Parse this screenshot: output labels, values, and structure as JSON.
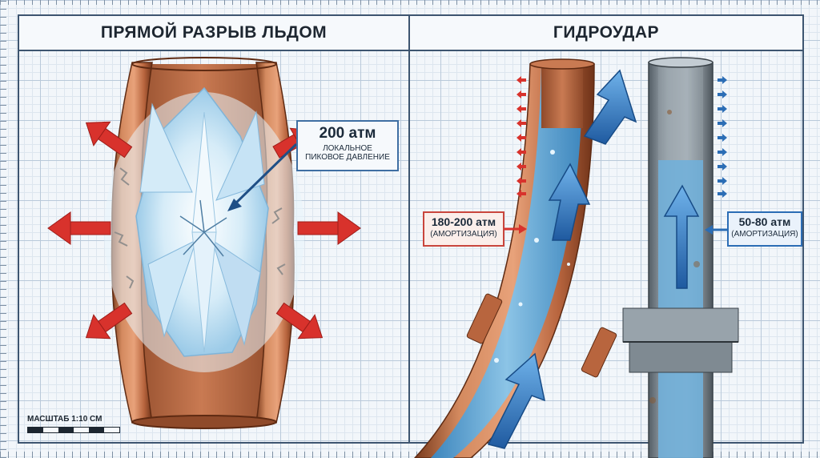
{
  "left_panel": {
    "title": "ПРЯМОЙ РАЗРЫВ ЛЬДОМ",
    "callout": {
      "value": "200 атм",
      "line1": "ЛОКАЛЬНОЕ",
      "line2": "ПИКОВОЕ ДАВЛЕНИЕ"
    },
    "scale_label": "МАСШТАБ 1:10 СМ"
  },
  "right_panel": {
    "title": "ГИДРОУДАР",
    "copper_callout": {
      "value": "180-200 атм",
      "note": "(АМОРТИЗАЦИЯ)"
    },
    "steel_callout": {
      "value": "50-80 атм",
      "note": "(АМОРТИЗАЦИЯ)"
    }
  },
  "colors": {
    "copper": "#b8653e",
    "ice": "#cfe6f5",
    "water": "#5fa6d6",
    "steel": "#8a96a0",
    "pressure_arrow_red": "#d8322c",
    "flow_arrow_blue": "#2b6db5"
  }
}
